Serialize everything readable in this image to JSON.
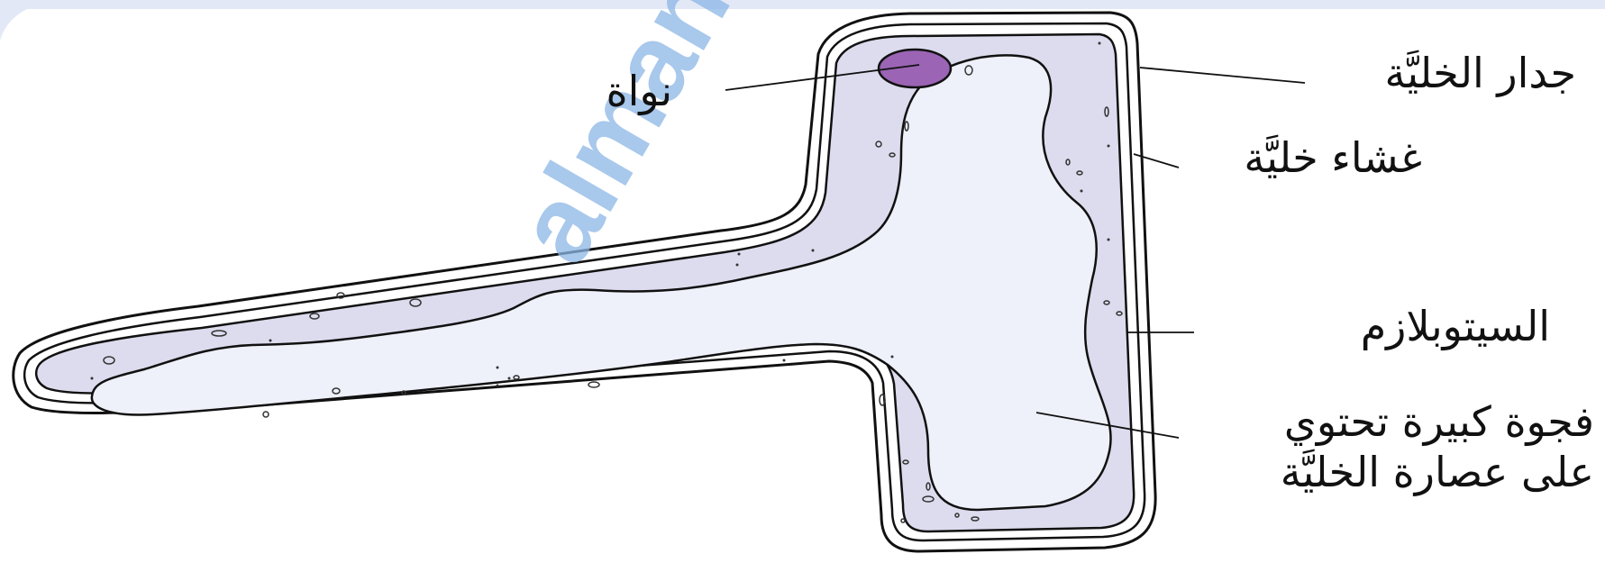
{
  "watermark": "almanahj",
  "colors": {
    "cytoplasm": "#dcdcee",
    "vacuole": "#eef0fa",
    "nucleus": "#9b64b4",
    "outline": "#111111",
    "watermark": "#8bb6e6",
    "frame": "#e3e8f6"
  },
  "labels": {
    "nucleus": "نواة",
    "cell_wall": "جدار الخليَّة",
    "cell_membrane": "غشاء خليَّة",
    "cytoplasm": "السيتوبلازم",
    "vacuole_line1": "فجوة كبيرة تحتوي",
    "vacuole_line2": "على عصارة الخليَّة"
  }
}
